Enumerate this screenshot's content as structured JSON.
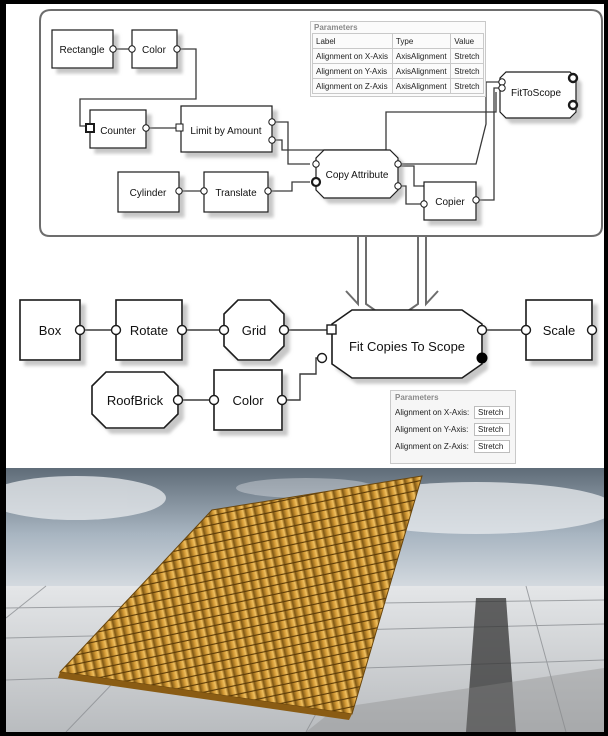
{
  "top_graph": {
    "nodes": {
      "rectangle": "Rectangle",
      "color": "Color",
      "counter": "Counter",
      "limit": "Limit by Amount",
      "cylinder": "Cylinder",
      "translate": "Translate",
      "copy_attribute": "Copy Attribute",
      "copier": "Copier",
      "fit_to_scope": "FitToScope"
    },
    "parameters": {
      "title": "Parameters",
      "headers": [
        "Label",
        "Type",
        "Value"
      ],
      "rows": [
        [
          "Alignment on X-Axis",
          "AxisAlignment",
          "Stretch"
        ],
        [
          "Alignment on Y-Axis",
          "AxisAlignment",
          "Stretch"
        ],
        [
          "Alignment on Z-Axis",
          "AxisAlignment",
          "Stretch"
        ]
      ]
    }
  },
  "bottom_graph": {
    "nodes": {
      "box": "Box",
      "rotate": "Rotate",
      "grid": "Grid",
      "fit_copies": "Fit Copies To Scope",
      "scale": "Scale",
      "roofbrick": "RoofBrick",
      "color": "Color"
    },
    "parameters": {
      "title": "Parameters",
      "rows": [
        [
          "Alignment on X-Axis:",
          "Stretch"
        ],
        [
          "Alignment on Y-Axis:",
          "Stretch"
        ],
        [
          "Alignment on Z-Axis:",
          "Stretch"
        ]
      ]
    }
  },
  "colors": {
    "node_border": "#1a1a1a",
    "node_fill": "#ffffff",
    "shadow": "#c8c8c8",
    "wire": "#3a3a3a",
    "roof_tile": "#c08a2c",
    "sky": "#a9b6c3",
    "floor": "#c9ccd0"
  }
}
